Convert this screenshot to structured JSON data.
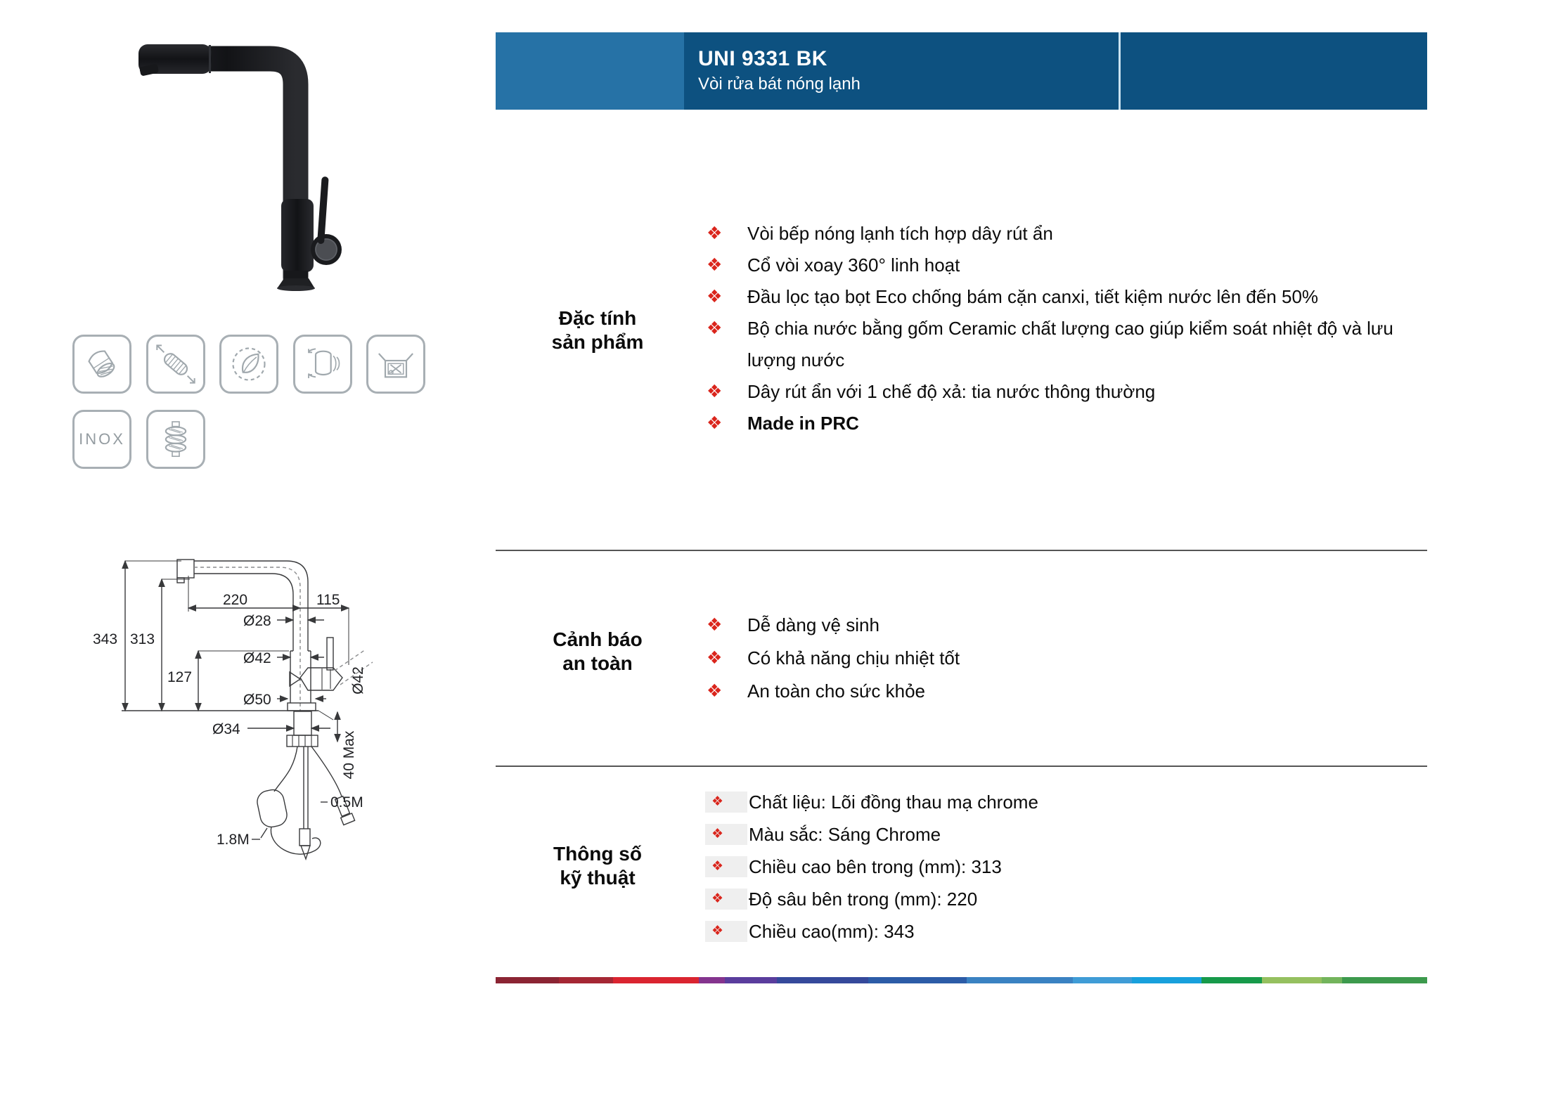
{
  "header": {
    "model": "UNI 9331 BK",
    "product_name": "Vòi rửa bát nóng lạnh"
  },
  "colors": {
    "header_light": "#2672a6",
    "header_dark": "#0d5180",
    "accent_red": "#da251c",
    "icon_gray": "#a0a8ad",
    "rule_gray": "#555555",
    "spec_box": "#efefef"
  },
  "bullet": {
    "glyph": "❖"
  },
  "badges": {
    "inox_label": "INOX",
    "icons": [
      "aerator-icon",
      "pull-out-hose-icon",
      "eco-leaf-icon",
      "swivel-360-icon",
      "easy-install-icon",
      "inox-icon",
      "braided-hose-icon"
    ]
  },
  "sections": {
    "features": {
      "title_line1": "Đặc tính",
      "title_line2": "sản phẩm",
      "items": [
        "Vòi bếp nóng lạnh tích hợp dây rút ẩn",
        "Cổ vòi xoay 360° linh hoạt",
        "Đầu lọc tạo bọt Eco chống bám cặn canxi, tiết kiệm nước lên đến 50%",
        "Bộ chia nước bằng gốm Ceramic chất lượng cao giúp kiểm soát nhiệt độ và lưu lượng nước",
        "Dây rút ẩn với 1 chế độ xả: tia nước thông thường",
        "Made in PRC"
      ]
    },
    "safety": {
      "title_line1": "Cảnh báo",
      "title_line2": "an toàn",
      "items": [
        "Dễ dàng vệ sinh",
        "Có khả năng chịu nhiệt tốt",
        "An toàn cho sức khỏe"
      ]
    },
    "specs": {
      "title_line1": "Thông số",
      "title_line2": "kỹ thuật",
      "items": [
        "Chất liệu: Lõi đồng thau mạ chrome",
        "Màu sắc: Sáng Chrome",
        "Chiều cao bên trong (mm): 313",
        "Độ sâu bên trong (mm): 220",
        "Chiều cao(mm): 343"
      ]
    }
  },
  "drawing": {
    "dim_343": "343",
    "dim_313": "313",
    "dim_220": "220",
    "dim_115": "115",
    "dia_28": "Ø28",
    "dia_42_body": "Ø42",
    "dim_127": "127",
    "dia_42_handle": "Ø42",
    "dia_50": "Ø50",
    "dia_34": "Ø34",
    "dim_40max": "40 Max",
    "dim_05m": "0.5M",
    "dim_18m": "1.8M"
  },
  "footer_bar": {
    "segments": [
      {
        "color": "#8B2433",
        "w": 6.8
      },
      {
        "color": "#A52734",
        "w": 5.8
      },
      {
        "color": "#DA2430",
        "w": 9.2
      },
      {
        "color": "#84348E",
        "w": 2.8
      },
      {
        "color": "#5A3D9D",
        "w": 5.6
      },
      {
        "color": "#35499B",
        "w": 9.8
      },
      {
        "color": "#2C5CA7",
        "w": 10.6
      },
      {
        "color": "#3A82C2",
        "w": 11.4
      },
      {
        "color": "#3F9CD6",
        "w": 6.3
      },
      {
        "color": "#18A0DC",
        "w": 7.5
      },
      {
        "color": "#179A4A",
        "w": 6.5
      },
      {
        "color": "#95C05F",
        "w": 6.4
      },
      {
        "color": "#73B45C",
        "w": 2.2
      },
      {
        "color": "#3D9A4D",
        "w": 9.1
      }
    ]
  }
}
